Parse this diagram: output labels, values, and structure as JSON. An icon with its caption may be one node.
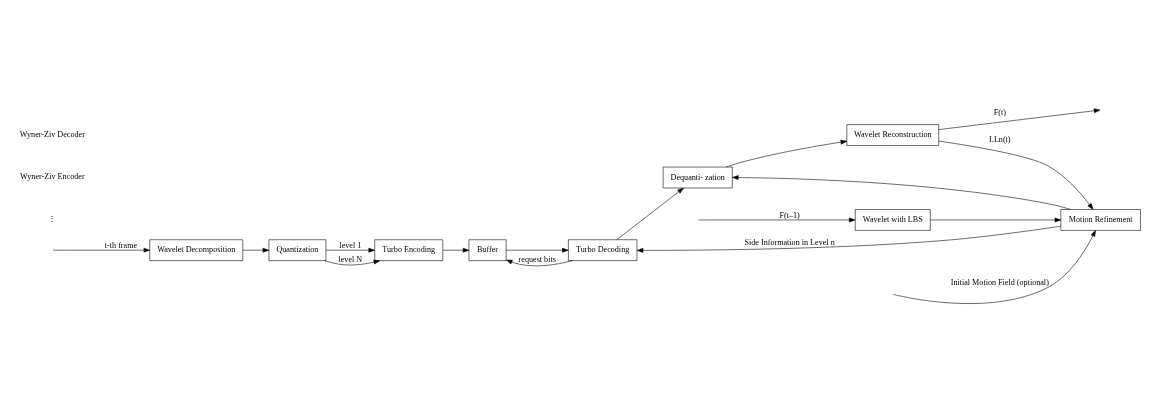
{
  "diagram": {
    "nodes": [
      {
        "text": [
          "Wavelet Decomposition"
        ]
      },
      {
        "text": [
          "Quantization"
        ]
      },
      {
        "text": [
          "Turbo Encoding"
        ]
      },
      {
        "text": [
          "Buffer"
        ]
      },
      {
        "text": [
          "Turbo Decoding"
        ]
      },
      {
        "text": [
          "Dequanti- zation"
        ]
      },
      {
        "text": [
          "Wavelet Reconstruction"
        ]
      },
      {
        "text": [
          "Wavelet with LBS"
        ]
      },
      {
        "text": [
          "Motion Refinement"
        ]
      }
    ],
    "edges": [
      {
        "from": null,
        "to": 0,
        "arrow": "to",
        "label": "t-th frame"
      },
      {
        "from": 0,
        "to": 1,
        "arrow": "to"
      },
      {
        "from": 1,
        "to": 2,
        "arrow": "to",
        "label": "level 1"
      },
      {
        "from": 1,
        "to": 2,
        "arrow": "to",
        "label": "level N"
      },
      {
        "from": 2,
        "to": 3,
        "arrow": "to"
      },
      {
        "from": 3,
        "to": 4,
        "arrow": "to"
      },
      {
        "from": 4,
        "to": 3,
        "arrow": "to",
        "label": "request bits"
      },
      {
        "from": 4,
        "to": 5,
        "arrow": "to"
      },
      {
        "from": 5,
        "to": 6,
        "arrow": "to"
      },
      {
        "from": 6,
        "to": null,
        "arrow": "to",
        "label": "F(t)"
      },
      {
        "from": 8,
        "to": 4,
        "arrow": "to",
        "label": "Side Information in Level n"
      },
      {
        "from": 8,
        "to": 5,
        "arrow": "to"
      },
      {
        "from": null,
        "to": 7,
        "arrow": "to",
        "label": "F(t–1)"
      },
      {
        "from": 7,
        "to": 8,
        "arrow": "to"
      },
      {
        "from": 6,
        "to": 8,
        "arrow": "to",
        "label": "LLn(t)"
      },
      {
        "from": null,
        "to": 8,
        "arrow": "to",
        "label": "Initial Motion Field (optional)"
      }
    ],
    "labels": [
      "⋮",
      "Wyner-Ziv Encoder",
      "Wyner-Ziv Decoder"
    ]
  }
}
